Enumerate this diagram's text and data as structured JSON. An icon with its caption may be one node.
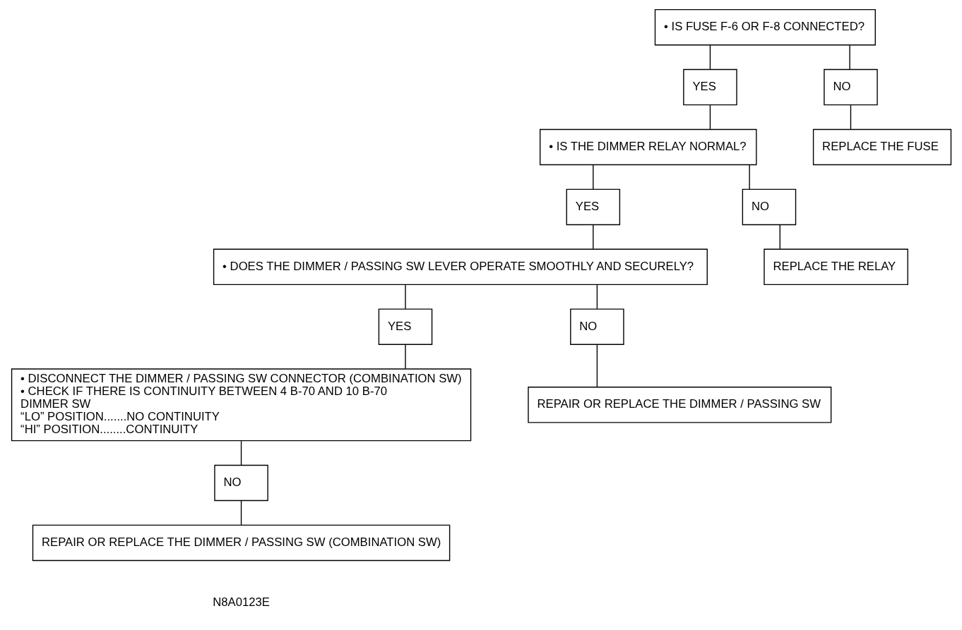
{
  "diagram": {
    "nodes": [
      {
        "text": [
          "• IS FUSE F-6 OR F-8 CONNECTED?"
        ]
      },
      {
        "text": [
          "YES"
        ]
      },
      {
        "text": [
          "NO"
        ]
      },
      {
        "text": [
          "• IS THE DIMMER RELAY NORMAL?"
        ]
      },
      {
        "text": [
          "REPLACE THE FUSE"
        ]
      },
      {
        "text": [
          "YES"
        ]
      },
      {
        "text": [
          "NO"
        ]
      },
      {
        "text": [
          "• DOES THE DIMMER / PASSING SW LEVER OPERATE SMOOTHLY AND SECURELY?"
        ]
      },
      {
        "text": [
          "REPLACE THE RELAY"
        ]
      },
      {
        "text": [
          "YES"
        ]
      },
      {
        "text": [
          "NO"
        ]
      },
      {
        "text": [
          "• DISCONNECT THE DIMMER / PASSING SW CONNECTOR (COMBINATION SW)",
          "• CHECK IF THERE IS CONTINUITY BETWEEN 4 B-70 AND 10 B-70",
          "DIMMER SW",
          "“LO” POSITION.......NO CONTINUITY",
          "“HI” POSITION........CONTINUITY"
        ]
      },
      {
        "text": [
          "REPAIR OR REPLACE THE DIMMER / PASSING SW"
        ]
      },
      {
        "text": [
          "NO"
        ]
      },
      {
        "text": [
          "REPAIR OR REPLACE THE DIMMER / PASSING SW (COMBINATION SW)"
        ]
      }
    ],
    "edges": [
      {
        "from": 0,
        "to": 1,
        "arrow": "none"
      },
      {
        "from": 0,
        "to": 2,
        "arrow": "none"
      },
      {
        "from": 1,
        "to": 3,
        "arrow": "none"
      },
      {
        "from": 2,
        "to": 4,
        "arrow": "none"
      },
      {
        "from": 3,
        "to": 5,
        "arrow": "none"
      },
      {
        "from": 3,
        "to": 6,
        "arrow": "none"
      },
      {
        "from": 5,
        "to": 7,
        "arrow": "none"
      },
      {
        "from": 6,
        "to": 8,
        "arrow": "none"
      },
      {
        "from": 7,
        "to": 9,
        "arrow": "none"
      },
      {
        "from": 7,
        "to": 10,
        "arrow": "none"
      },
      {
        "from": 9,
        "to": 11,
        "arrow": "none"
      },
      {
        "from": 10,
        "to": 12,
        "arrow": "none"
      },
      {
        "from": 11,
        "to": 13,
        "arrow": "none"
      },
      {
        "from": 13,
        "to": 14,
        "arrow": "none"
      }
    ],
    "labels": [
      "N8A0123E"
    ]
  }
}
